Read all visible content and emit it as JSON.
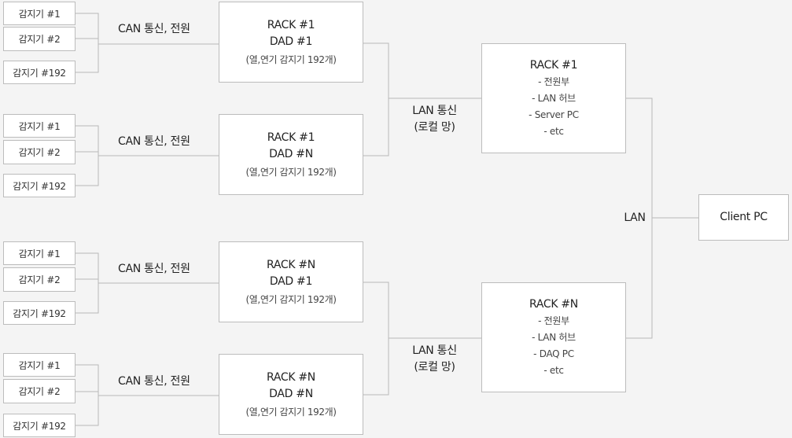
{
  "groups": [
    {
      "sensors": [
        "감지기 #1",
        "감지기 #2",
        "감지기 #192"
      ],
      "link": "CAN 통신, 전원",
      "dad": {
        "rack": "RACK #1",
        "name": "DAD #1",
        "desc": "(열,연기 감지기 192개)"
      }
    },
    {
      "sensors": [
        "감지기 #1",
        "감지기 #2",
        "감지기 #192"
      ],
      "link": "CAN 통신, 전원",
      "dad": {
        "rack": "RACK #1",
        "name": "DAD #N",
        "desc": "(열,연기 감지기 192개)"
      }
    },
    {
      "sensors": [
        "감지기 #1",
        "감지기 #2",
        "감지기 #192"
      ],
      "link": "CAN 통신, 전원",
      "dad": {
        "rack": "RACK #N",
        "name": "DAD #1",
        "desc": "(열,연기 감지기 192개)"
      }
    },
    {
      "sensors": [
        "감지기 #1",
        "감지기 #2",
        "감지기 #192"
      ],
      "link": "CAN 통신, 전원",
      "dad": {
        "rack": "RACK #N",
        "name": "DAD #N",
        "desc": "(열,연기 감지기 192개)"
      }
    }
  ],
  "lan_links": [
    {
      "line1": "LAN 통신",
      "line2": "(로컬 망)"
    },
    {
      "line1": "LAN 통신",
      "line2": "(로컬 망)"
    }
  ],
  "racks": [
    {
      "title": "RACK #1",
      "items": [
        "- 전원부",
        "- LAN 허브",
        "- Server PC",
        "- etc"
      ]
    },
    {
      "title": "RACK #N",
      "items": [
        "- 전원부",
        "- LAN 허브",
        "- DAQ PC",
        "- etc"
      ]
    }
  ],
  "lan_label": "LAN",
  "client": "Client PC"
}
